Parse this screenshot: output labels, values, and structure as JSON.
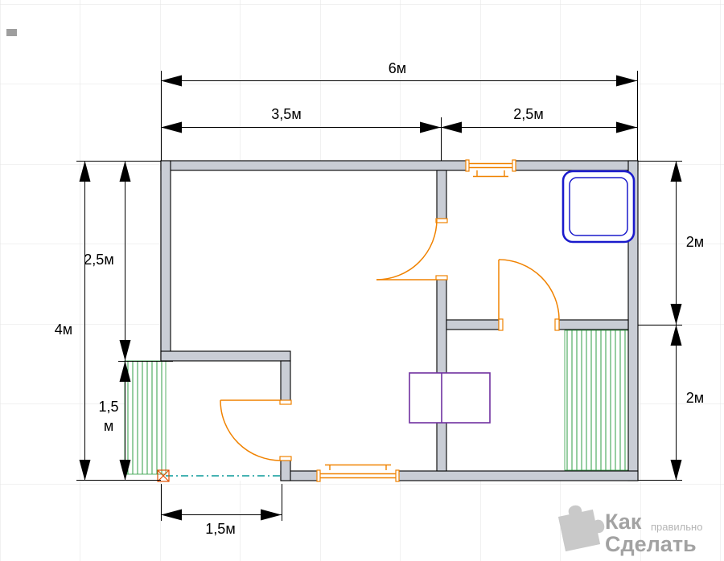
{
  "canvas": {
    "background": "#ffffff",
    "grid_color": "#e3e3e3"
  },
  "plan": {
    "colors": {
      "wall_fill": "#c9cdd5",
      "wall_stroke": "#000000",
      "door": "#f08200",
      "window": "#f08200",
      "shower_tray": "#1a1acc",
      "stove": "#7030a0",
      "deck_hatch": "#2f9e44",
      "porch_edge": "#0a9a9a",
      "corner_marker": "#e05000",
      "dimension": "#000000"
    }
  },
  "dimensions": {
    "total_width": "6м",
    "width_left_room": "3,5м",
    "width_right_rooms": "2,5м",
    "total_height": "4м",
    "height_upper_left": "2,5м",
    "height_lower_left_value": "1,5",
    "height_lower_left_unit": "м",
    "height_right_upper": "2м",
    "height_right_lower": "2м",
    "porch_width": "1,5м"
  },
  "watermark": {
    "brand_word1": "Как",
    "brand_word2": "правильно",
    "brand_word3": "Сделать"
  }
}
